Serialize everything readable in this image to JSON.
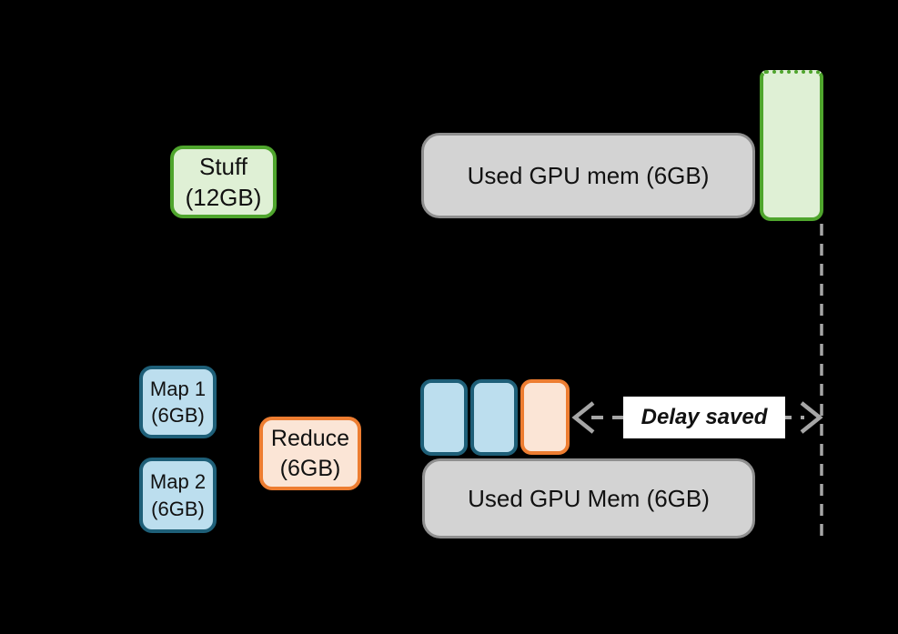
{
  "colors": {
    "background": "#000000",
    "green_border": "#4FA52D",
    "green_fill": "#DFF0D5",
    "blue_border": "#1E5F78",
    "blue_fill": "#BCDEEE",
    "orange_border": "#ED7D31",
    "orange_fill": "#FBE5D6",
    "grey_fill": "#D3D3D3",
    "grey_border": "#8F8F8F",
    "dashed_grey": "#A6A6A6",
    "text": "#111111",
    "label_background": "#FFFFFF"
  },
  "top_scenario": {
    "stuff_box": {
      "line1": "Stuff",
      "line2": "(12GB)"
    },
    "used_mem_box": {
      "label": "Used GPU mem (6GB)"
    }
  },
  "bottom_scenario": {
    "map1_box": {
      "line1": "Map 1",
      "line2": "(6GB)"
    },
    "map2_box": {
      "line1": "Map 2",
      "line2": "(6GB)"
    },
    "reduce_box": {
      "line1": "Reduce",
      "line2": "(6GB)"
    },
    "used_mem_box": {
      "label": "Used GPU Mem (6GB)"
    },
    "delay_arrow": {
      "label": "Delay saved"
    }
  }
}
